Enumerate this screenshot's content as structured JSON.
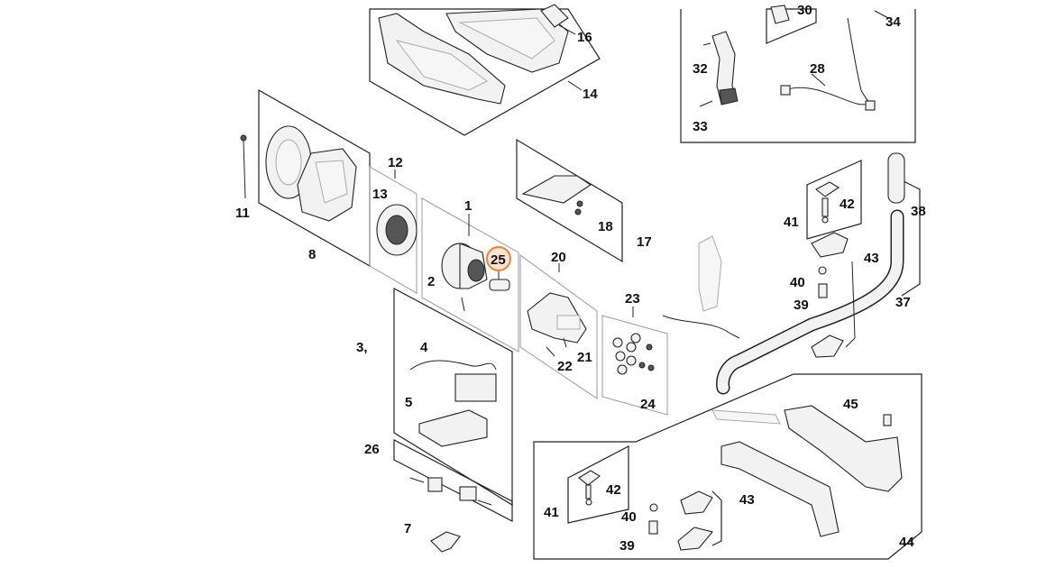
{
  "highlight_color": "#e8833a",
  "labels": {
    "l1": "1",
    "l2": "2",
    "l3": "3,",
    "l4": "4",
    "l5": "5",
    "l7": "7",
    "l8": "8",
    "l11": "11",
    "l12": "12",
    "l13": "13",
    "l14": "14",
    "l16": "16",
    "l17": "17",
    "l18": "18",
    "l20": "20",
    "l21": "21",
    "l22": "22",
    "l23": "23",
    "l24": "24",
    "l25": "25",
    "l26": "26",
    "l28": "28",
    "l30": "30",
    "l32": "32",
    "l33": "33",
    "l34": "34",
    "l37": "37",
    "l38": "38",
    "l39a": "39",
    "l40a": "40",
    "l41a": "41",
    "l42a": "42",
    "l43a": "43",
    "l39b": "39",
    "l40b": "40",
    "l41b": "41",
    "l42b": "42",
    "l43b": "43",
    "l44": "44",
    "l45": "45"
  }
}
